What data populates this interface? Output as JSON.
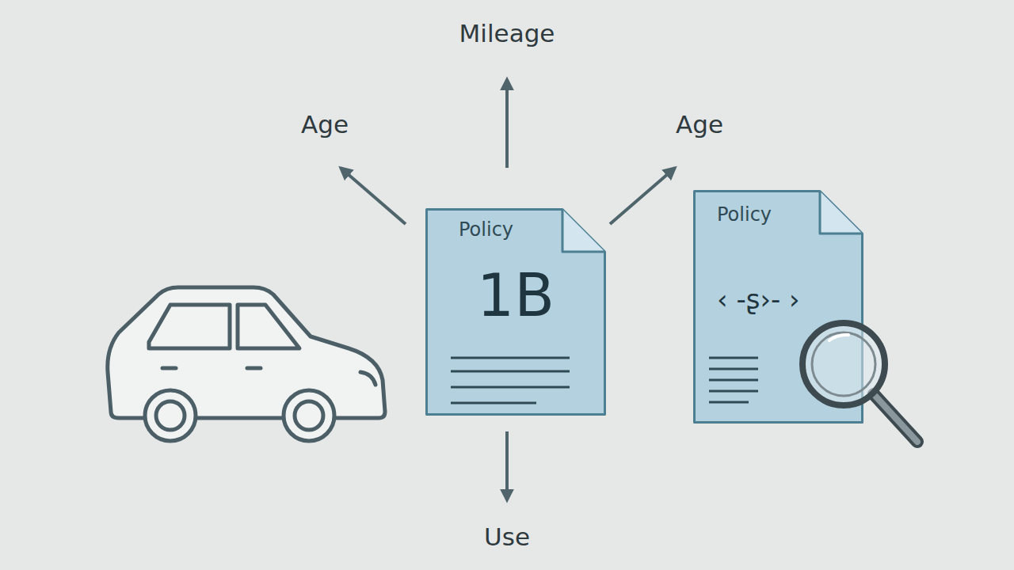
{
  "diagram": {
    "nodes": [
      {
        "text": [
          "Policy",
          "1B"
        ]
      },
      {
        "text": [
          "Policy",
          "‹ -ʂ›- ›"
        ]
      }
    ],
    "labels": [
      "Mileage",
      "Age",
      "Age",
      "Use"
    ]
  }
}
